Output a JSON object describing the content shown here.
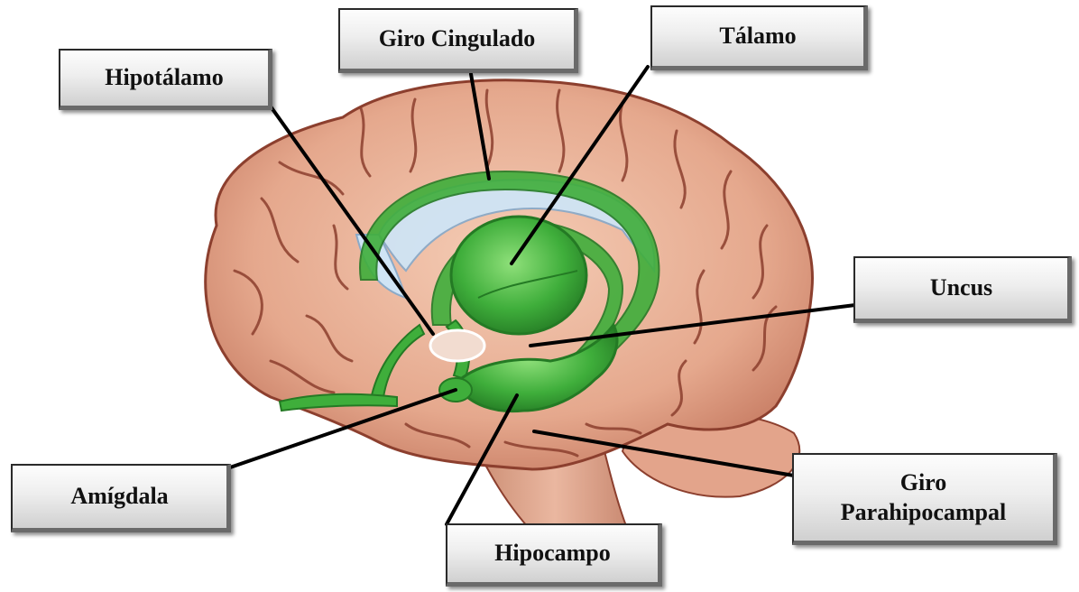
{
  "labels": {
    "hipotalamo": "Hipotálamo",
    "giro_cingulado": "Giro Cingulado",
    "talamo": "Tálamo",
    "uncus": "Uncus",
    "amigdala": "Amígdala",
    "giro_parahipocampal_line1": "Giro",
    "giro_parahipocampal_line2": "Parahipocampal",
    "hipocampo": "Hipocampo"
  },
  "colors": {
    "brain_fill": "#e8b097",
    "brain_sulci": "#8c3f2e",
    "limbic_green": "#3fae3b",
    "ventricle_blue": "#cfe4f5",
    "leader_line": "#000000"
  }
}
